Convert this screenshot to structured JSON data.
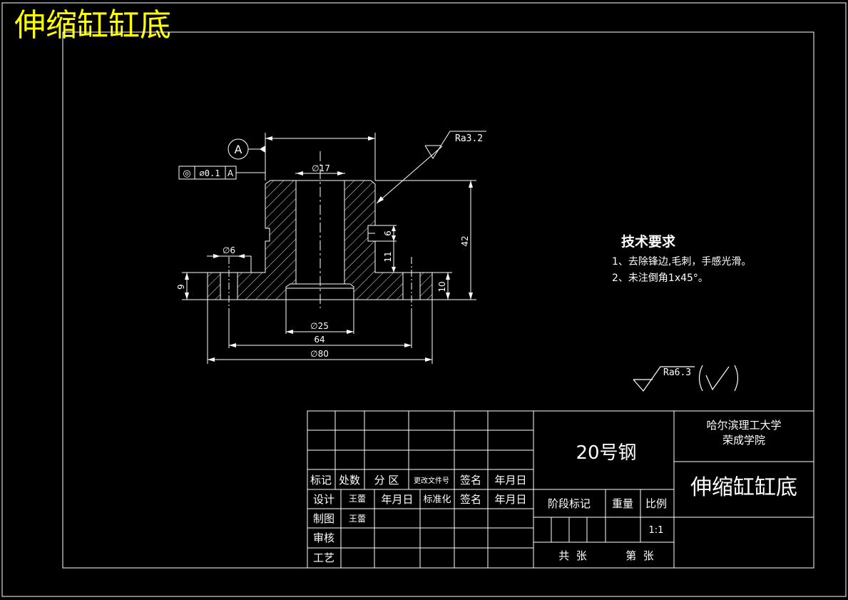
{
  "title": "伸缩缸缸底",
  "colors": {
    "background": "#000000",
    "lines": "#ffffff",
    "title": "#ffff00"
  },
  "datum": {
    "label": "A"
  },
  "tolerance_frame": {
    "symbol": "◎",
    "value": "∅0.1",
    "datum": "A"
  },
  "dimensions": {
    "top_dia": "∅17",
    "small_hole": "∅6",
    "height_42": "42",
    "height_6": "6",
    "height_11": "11",
    "height_9": "9",
    "height_10": "10",
    "bore_dia": "∅25",
    "pitch": "64",
    "outer_dia": "∅80"
  },
  "roughness": {
    "top": "Ra3.2",
    "rest": "Ra6.3"
  },
  "tech_requirements": {
    "heading": "技术要求",
    "items": [
      "1、去除锋边,毛刺，手感光滑。",
      "2、未注倒角1x45°。"
    ]
  },
  "title_block": {
    "material": "20号钢",
    "school_line1": "哈尔滨理工大学",
    "school_line2": "荣成学院",
    "part_name": "伸缩缸缸底",
    "rev_headers": [
      "标记",
      "处数",
      "分 区",
      "更改文件号",
      "签名",
      "年月日"
    ],
    "design_label": "设计",
    "designer": "王蕾",
    "date_label": "年月日",
    "standard_label": "标准化",
    "sign_label": "签名",
    "date_label2": "年月日",
    "draw_label": "制图",
    "drafter": "王蕾",
    "review_label": "审核",
    "process_label": "工艺",
    "stage_label": "阶段标记",
    "weight_label": "重量",
    "scale_label": "比例",
    "scale_value": "1:1",
    "total_label": "共  张",
    "sheet_label": "第  张"
  }
}
